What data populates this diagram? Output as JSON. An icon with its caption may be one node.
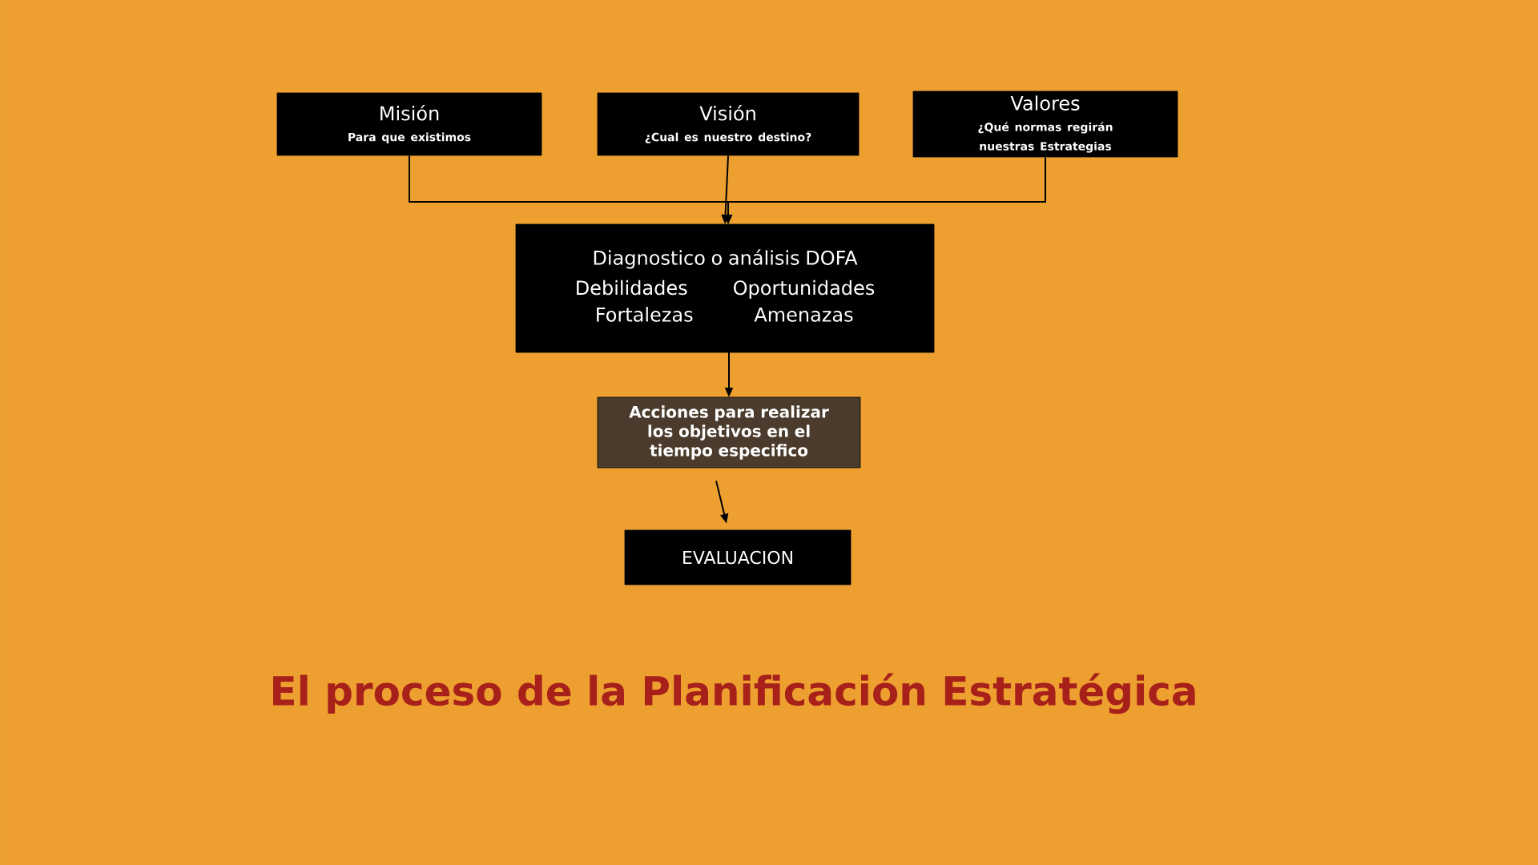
{
  "diagram": {
    "title": "El proceso de la Planificación Estratégica",
    "nodes": [
      {
        "text": [
          "Misión",
          "Para que existimos"
        ]
      },
      {
        "text": [
          "Visión",
          "¿Cual es nuestro destino?"
        ]
      },
      {
        "text": [
          "Valores",
          "¿Qué normas regirán nuestras Estrategias"
        ]
      },
      {
        "text": [
          "Diagnostico o análisis DOFA",
          "Debilidades",
          "Oportunidades",
          "Fortalezas",
          "Amenazas"
        ]
      },
      {
        "text": [
          "Acciones para realizar los objetivos en el tiempo especifico"
        ]
      },
      {
        "text": [
          "EVALUACION"
        ]
      }
    ],
    "edges": [
      {
        "from": 0,
        "to": 3,
        "arrow": "to"
      },
      {
        "from": 1,
        "to": 3,
        "arrow": "to"
      },
      {
        "from": 2,
        "to": 3,
        "arrow": "to"
      },
      {
        "from": 3,
        "to": 4,
        "arrow": "to"
      },
      {
        "from": 4,
        "to": 5,
        "arrow": "to"
      }
    ]
  }
}
